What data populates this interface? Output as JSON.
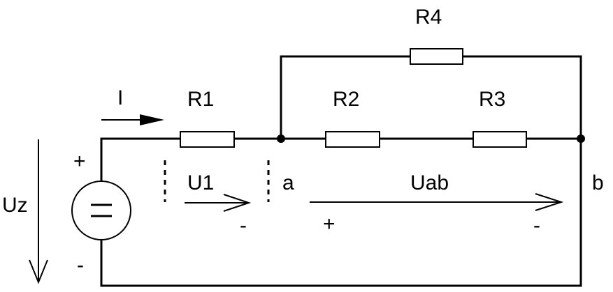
{
  "colors": {
    "ink": "#000000",
    "background": "#ffffff"
  },
  "resistors": [
    {
      "label": "R1"
    },
    {
      "label": "R2"
    },
    {
      "label": "R3"
    },
    {
      "label": "R4"
    }
  ],
  "source": {
    "label": "Uz",
    "plus": "+",
    "minus": "-"
  },
  "current": {
    "label": "I"
  },
  "voltage_u1": {
    "label": "U1",
    "minus": "-"
  },
  "voltage_uab": {
    "label": "Uab",
    "plus": "+",
    "minus": "-"
  },
  "nodes": {
    "a": "a",
    "b": "b"
  }
}
